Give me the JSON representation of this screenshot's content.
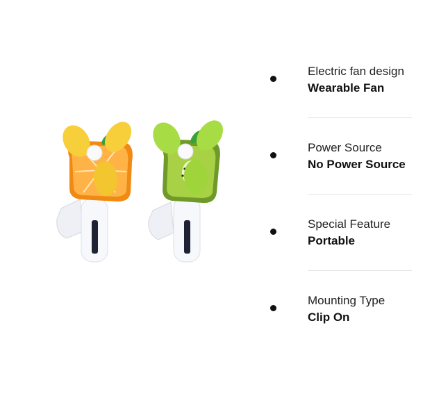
{
  "product": {
    "image_icon": "handheld-fruit-fan-pair",
    "colors": {
      "orange_fruit": "#f08a12",
      "kiwi_fruit": "#7aa832",
      "yellow_blades": "#f7cf3a",
      "green_blades": "#a8dc44",
      "handle": "#f7f8fb"
    }
  },
  "specs": [
    {
      "name": "Electric fan design",
      "value": "Wearable Fan"
    },
    {
      "name": "Power Source",
      "value": "No Power Source"
    },
    {
      "name": "Special Feature",
      "value": "Portable"
    },
    {
      "name": "Mounting Type",
      "value": "Clip On"
    }
  ]
}
